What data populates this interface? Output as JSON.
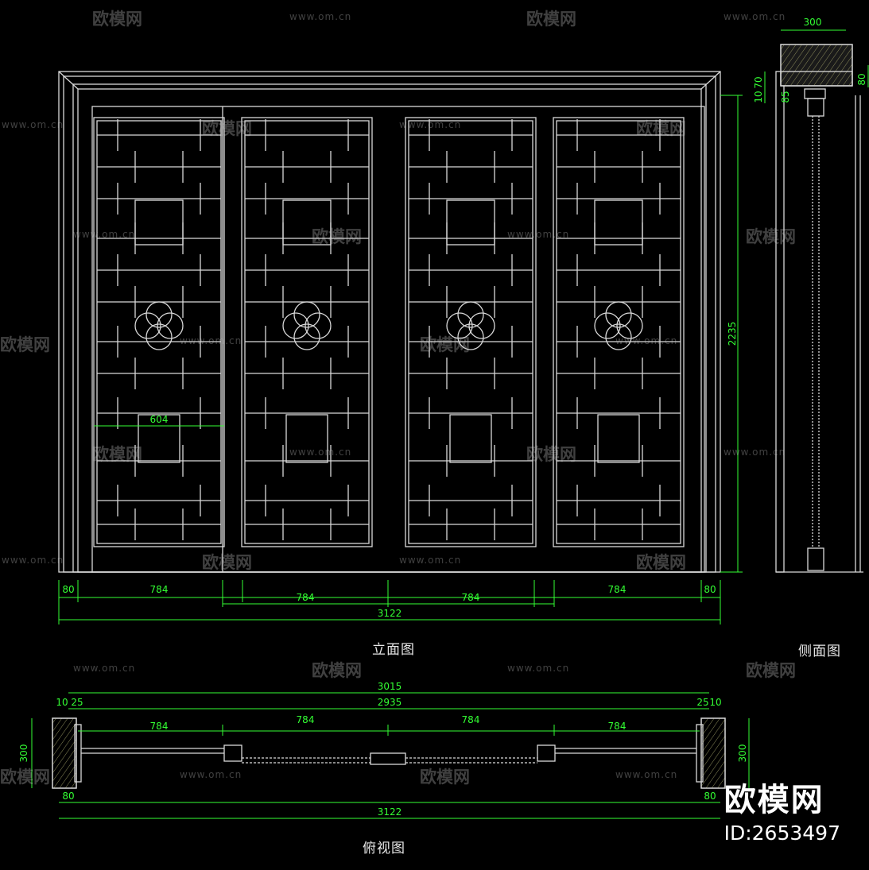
{
  "views": {
    "elevation_title": "立面图",
    "side_title": "侧面图",
    "plan_title": "俯视图"
  },
  "dimensions": {
    "elevation": {
      "overall_width": "3122",
      "segment_left_edge": "80",
      "segment_panel_1": "784",
      "segment_panel_2": "784",
      "segment_panel_3": "784",
      "segment_panel_4": "784",
      "segment_right_edge": "80",
      "height": "2235",
      "inner_span": "604"
    },
    "side": {
      "depth": "300",
      "head_a": "70",
      "head_b": "10",
      "head_c": "85",
      "head_d": "80"
    },
    "plan": {
      "outer": "3015",
      "inner": "2935",
      "left_10": "10",
      "left_25": "25",
      "right_25": "25",
      "right_10": "10",
      "panel_1": "784",
      "panel_2": "784",
      "panel_3": "784",
      "panel_4": "784",
      "wall_depth_left": "300",
      "wall_depth_right": "300",
      "frame_left": "80",
      "frame_right": "80",
      "overall": "3122"
    }
  },
  "watermark": {
    "logo": "欧模网",
    "url": "www.om.cn"
  },
  "brand": {
    "logo": "欧模网",
    "id": "ID:2653497"
  },
  "colors": {
    "line": "#d9d9d9",
    "dimension": "#33ff33",
    "background": "#000000"
  }
}
